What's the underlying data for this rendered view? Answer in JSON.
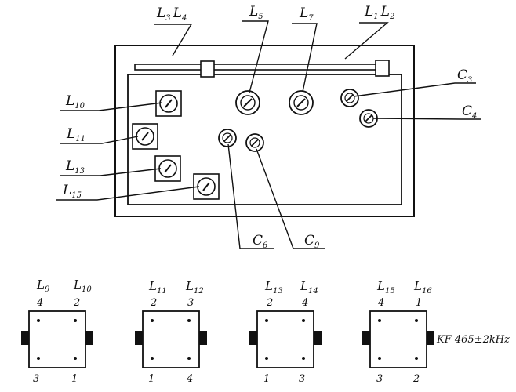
{
  "top_labels": {
    "l3l4": {
      "a": "L",
      "a_sub": "3",
      "b": "L",
      "b_sub": "4"
    },
    "l5": {
      "a": "L",
      "a_sub": "5"
    },
    "l7": {
      "a": "L",
      "a_sub": "7"
    },
    "l1l2": {
      "a": "L",
      "a_sub": "1",
      "b": "L",
      "b_sub": "2"
    }
  },
  "left_labels": {
    "l10": {
      "a": "L",
      "a_sub": "10"
    },
    "l11": {
      "a": "L",
      "a_sub": "11"
    },
    "l13": {
      "a": "L",
      "a_sub": "13"
    },
    "l15": {
      "a": "L",
      "a_sub": "15"
    }
  },
  "right_labels": {
    "c3": {
      "a": "C",
      "a_sub": "3"
    },
    "c4": {
      "a": "C",
      "a_sub": "4"
    }
  },
  "bottom_labels": {
    "c6": {
      "a": "C",
      "a_sub": "6"
    },
    "c9": {
      "a": "C",
      "a_sub": "9"
    }
  },
  "modules": [
    {
      "l1": "L",
      "l1_sub": "9",
      "l2": "L",
      "l2_sub": "10",
      "pin_tl": "4",
      "pin_tr": "2",
      "pin_bl": "3",
      "pin_br": "1"
    },
    {
      "l1": "L",
      "l1_sub": "11",
      "l2": "L",
      "l2_sub": "12",
      "pin_tl": "2",
      "pin_tr": "3",
      "pin_bl": "1",
      "pin_br": "4"
    },
    {
      "l1": "L",
      "l1_sub": "13",
      "l2": "L",
      "l2_sub": "14",
      "pin_tl": "2",
      "pin_tr": "4",
      "pin_bl": "1",
      "pin_br": "3"
    },
    {
      "l1": "L",
      "l1_sub": "15",
      "l2": "L",
      "l2_sub": "16",
      "pin_tl": "4",
      "pin_tr": "1",
      "pin_bl": "3",
      "pin_br": "2"
    }
  ],
  "filter_label": "KF 465±2kHz"
}
